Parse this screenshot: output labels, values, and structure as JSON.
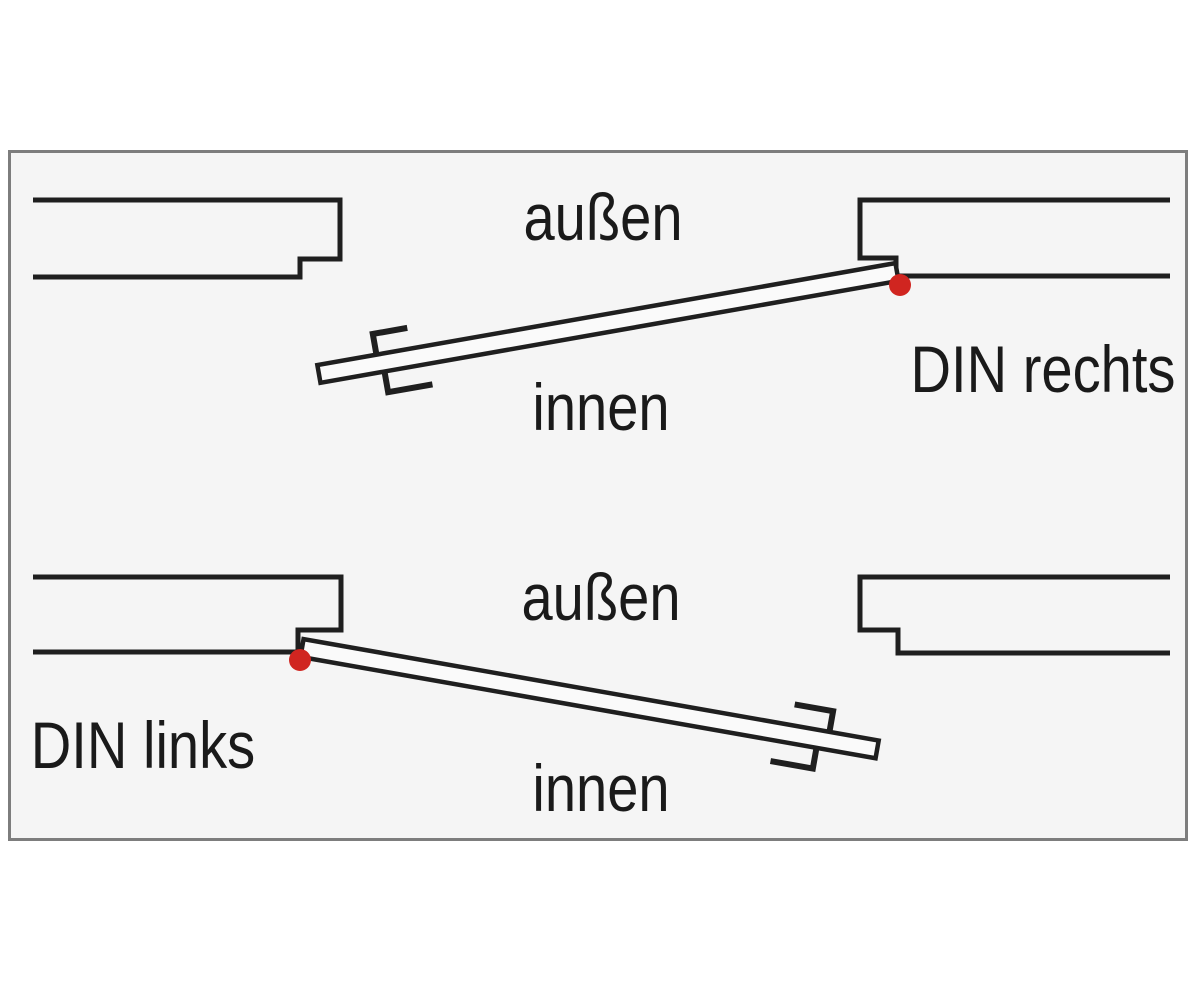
{
  "colors": {
    "page_bg": "#ffffff",
    "panel_bg": "#f5f5f5",
    "panel_border": "#7d7d7d",
    "line": "#1f1f1f",
    "door_fill": "#fafafa",
    "hinge_dot": "#d02520",
    "text": "#1a1a1a"
  },
  "diagrams": [
    {
      "id": "din-rechts",
      "outside_label": "außen",
      "inside_label": "innen",
      "title": "DIN rechts",
      "hinge_side": "right"
    },
    {
      "id": "din-links",
      "outside_label": "außen",
      "inside_label": "innen",
      "title": "DIN links",
      "hinge_side": "left"
    }
  ]
}
